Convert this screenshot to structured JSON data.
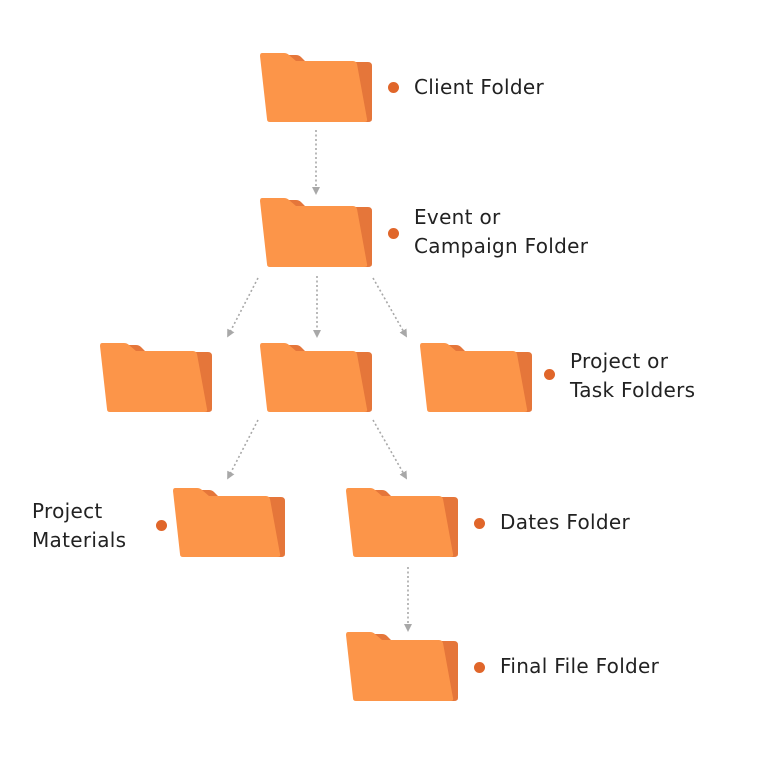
{
  "colors": {
    "folder_front": "#FC9549",
    "folder_back": "#E5763A",
    "dot": "#E0662A",
    "arrow": "#A8A8A8"
  },
  "labels": {
    "client": "Client Folder",
    "event_line1": "Event or",
    "event_line2": "Campaign Folder",
    "project_line1": "Project or",
    "project_line2": "Task Folders",
    "materials_line1": "Project",
    "materials_line2": "Materials",
    "dates": "Dates Folder",
    "final": "Final File Folder"
  }
}
